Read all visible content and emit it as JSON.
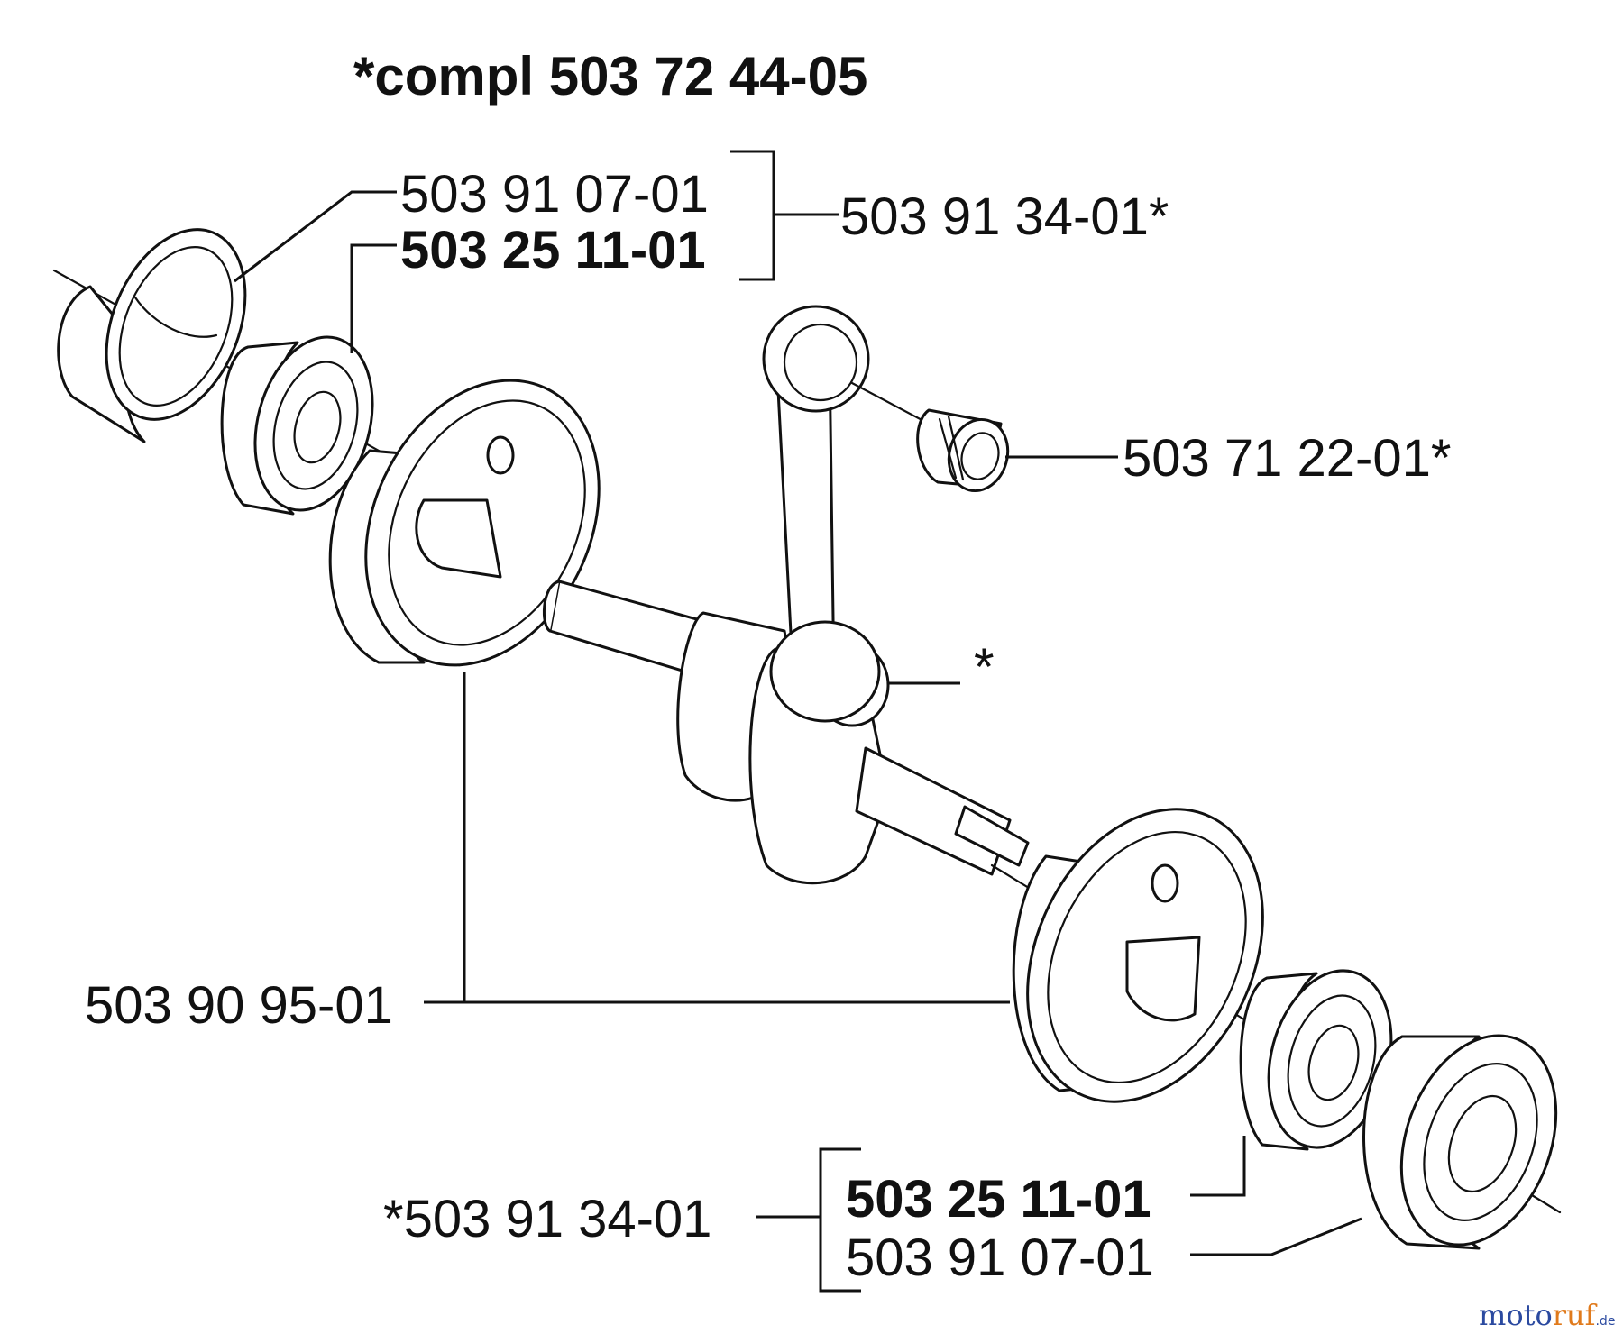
{
  "title": "*compl 503 72 44-05",
  "labels": {
    "bearing_top_label": "503 91 07-01",
    "seal_top_label": "503 25 11-01",
    "kit_top_label": "503 91 34-01*",
    "needle_bearing_label": "503 71 22-01*",
    "crankshaft_label": "*",
    "crank_halves_label": "503 90 95-01",
    "kit_bottom_label": "*503 91 34-01",
    "seal_bottom_label": "503 25 11-01",
    "bearing_bottom_label": "503 91 07-01"
  },
  "watermark": {
    "part1": "moto",
    "part2": "ruf",
    "suffix": ".de"
  }
}
